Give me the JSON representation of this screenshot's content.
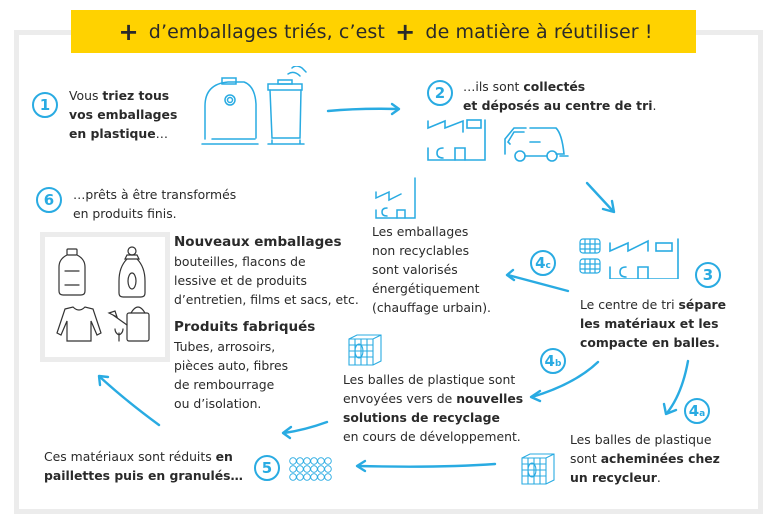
{
  "banner": {
    "plus_symbol": "+",
    "part1": "d’emballages triés, c’est",
    "part2": "de matière à réutiliser !",
    "background_color": "#ffd200"
  },
  "colors": {
    "accent": "#29abe2",
    "frame": "#ececec",
    "text": "#2a2a2a"
  },
  "steps": {
    "s1": {
      "number": "1",
      "normal1": "Vous ",
      "bold1": "triez tous",
      "bold2": "vos emballages",
      "bold3": "en plastique",
      "normal2": "…"
    },
    "s2": {
      "number": "2",
      "normal1": "…ils sont ",
      "bold1": "collectés",
      "bold2": "et déposés au centre de tri",
      "normal2": "."
    },
    "s3": {
      "number": "3",
      "normal1": "Le centre de tri ",
      "bold1": "sépare",
      "bold2": "les matériaux et les",
      "bold3": "compacte en balles."
    },
    "s4a": {
      "number": "4",
      "sub": "a",
      "line1": "Les balles de plastique",
      "normal1": "sont ",
      "bold1": "acheminées chez",
      "bold2": "un recycleur",
      "normal2": "."
    },
    "s4b": {
      "number": "4",
      "sub": "b",
      "line1": "Les balles de plastique sont",
      "normal1": "envoyées vers de ",
      "bold1": "nouvelles",
      "bold2": "solutions de recyclage",
      "line4": "en cours de développement."
    },
    "s4c": {
      "number": "4",
      "sub": "c",
      "line1": "Les emballages",
      "line2": "non recyclables",
      "line3": "sont valorisés",
      "line4": "énergétiquement",
      "line5": "(chauffage urbain)."
    },
    "s5": {
      "number": "5",
      "normal1": "Ces matériaux sont réduits ",
      "bold1": "en",
      "bold2": "paillettes puis en granulés…"
    },
    "s6": {
      "number": "6",
      "line1": "…prêts à être transformés",
      "line2": "en produits finis."
    }
  },
  "products": {
    "new_packaging": {
      "title": "Nouveaux emballages",
      "lines": [
        "bouteilles, flacons de",
        "lessive et de produits",
        "d’entretien, films et sacs, etc."
      ]
    },
    "manufactured": {
      "title": "Produits fabriqués",
      "lines": [
        "Tubes, arrosoirs,",
        "pièces auto, fibres",
        "de rembourrage",
        "ou d’isolation."
      ]
    }
  },
  "icons": [
    "sorting-bins-icon",
    "hand-icon",
    "factory-icon",
    "truck-icon",
    "bales-icon",
    "bottle-icon",
    "detergent-bottle-icon",
    "sweater-icon",
    "watering-can-icon",
    "plastic-bale-icon",
    "granules-icon",
    "arrow-icon"
  ]
}
